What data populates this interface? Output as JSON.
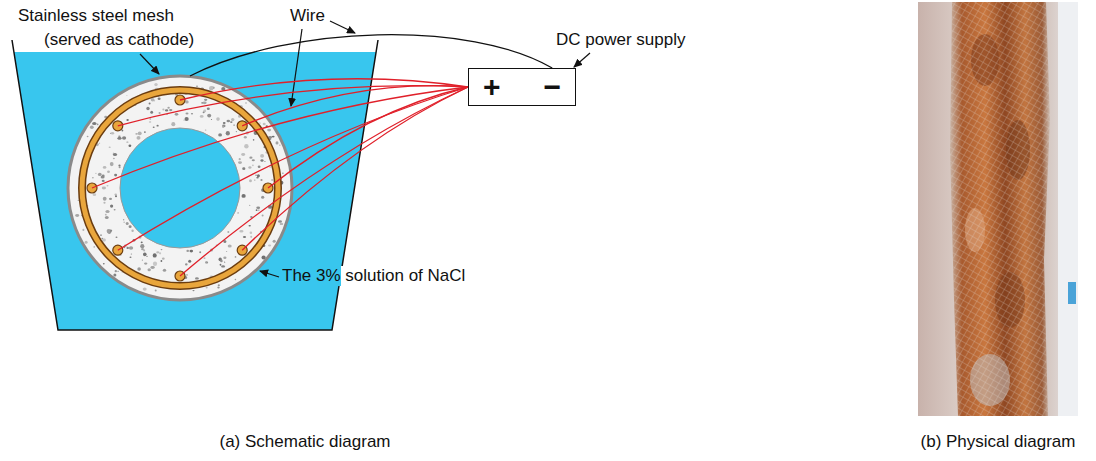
{
  "diagram": {
    "nodes": [
      {
        "text": [
          "+",
          "−"
        ]
      }
    ],
    "labels": [
      "Stainless steel mesh",
      "(served as cathode)",
      "Wire",
      "DC power supply",
      "The 3% solution of NaCl",
      "(a) Schematic diagram",
      "(b) Physical diagram"
    ]
  }
}
